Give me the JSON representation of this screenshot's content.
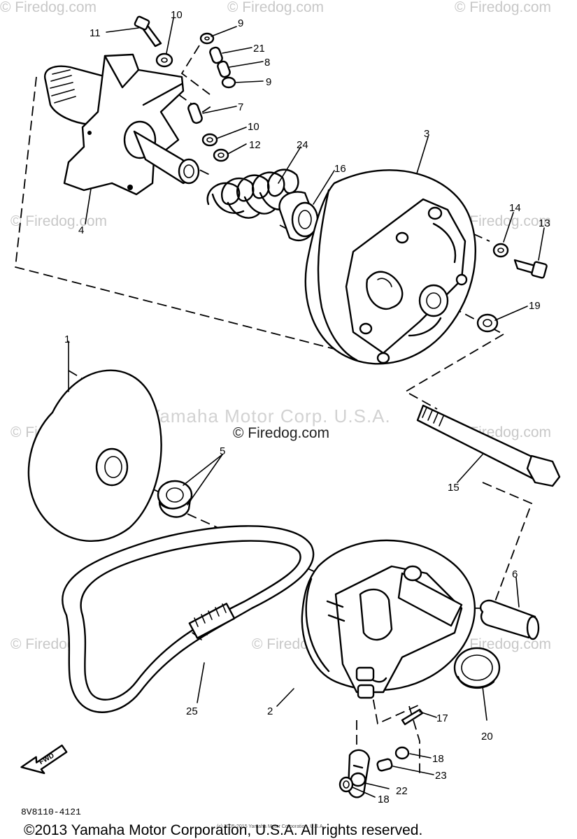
{
  "watermarks": {
    "firedog": "© Firedog.com",
    "center": "© Firedog.com",
    "yamaha": "Yamaha Motor Corp. U.S.A."
  },
  "callouts": [
    "11",
    "10",
    "9",
    "21",
    "8",
    "9",
    "7",
    "10",
    "12",
    "24",
    "16",
    "3",
    "4",
    "14",
    "13",
    "19",
    "1",
    "5",
    "15",
    "6",
    "2",
    "25",
    "17",
    "20",
    "18",
    "23",
    "22",
    "18"
  ],
  "diagram_code": "8V8110-4121",
  "fwd_label": "FWD",
  "fine_print": "(c) 2005-2015 Yamaha Motor Corporation, U.S.A.",
  "copyright": "©2013 Yamaha Motor Corporation, U.S.A. All rights reserved."
}
